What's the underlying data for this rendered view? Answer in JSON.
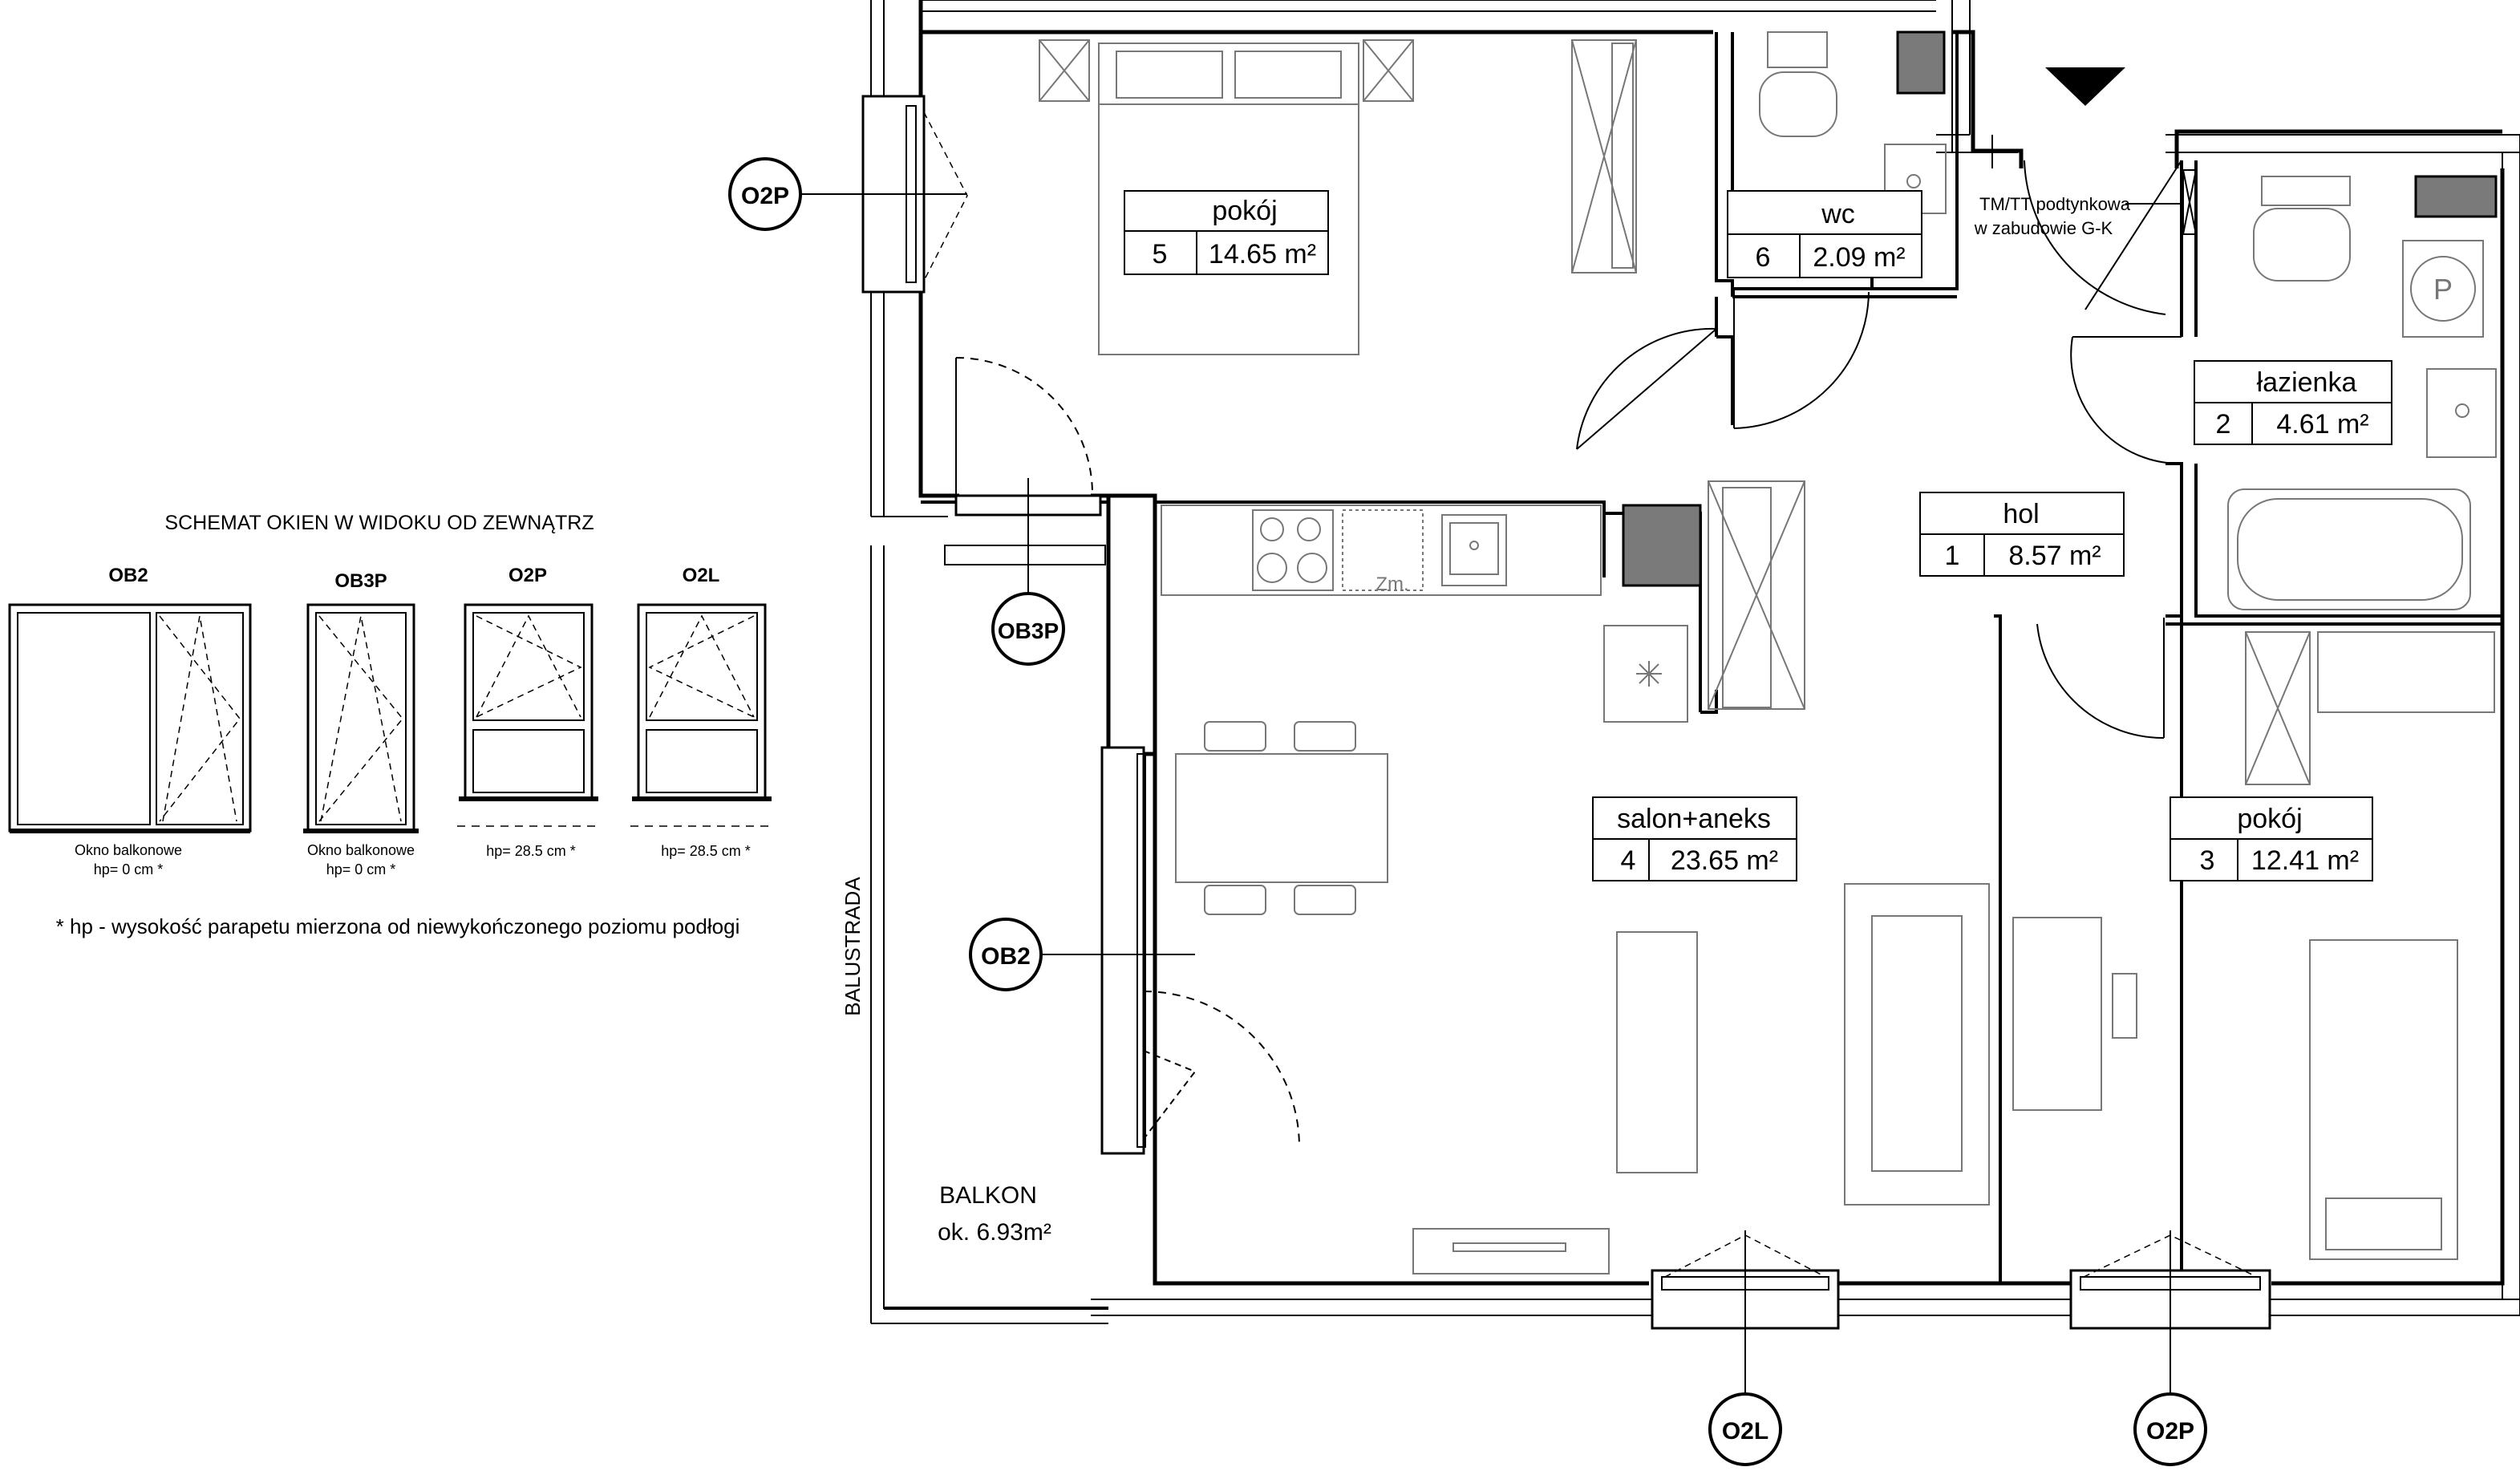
{
  "schematic": {
    "title": "SCHEMAT OKIEN W WIDOKU OD ZEWNĄTRZ",
    "windows": [
      {
        "code": "OB2",
        "caption": "Okno balkonowe",
        "hp": "hp= 0 cm *"
      },
      {
        "code": "OB3P",
        "caption": "Okno balkonowe",
        "hp": "hp= 0 cm *"
      },
      {
        "code": "O2P",
        "caption": "",
        "hp": "hp= 28.5 cm *"
      },
      {
        "code": "O2L",
        "caption": "",
        "hp": "hp= 28.5 cm *"
      }
    ],
    "footnote": "* hp - wysokość parapetu mierzona od niewykończonego poziomu podłogi"
  },
  "rooms": [
    {
      "name": "pokój",
      "number": "5",
      "area": "14.65 m²"
    },
    {
      "name": "wc",
      "number": "6",
      "area": "2.09 m²"
    },
    {
      "name": "łazienka",
      "number": "2",
      "area": "4.61 m²"
    },
    {
      "name": "hol",
      "number": "1",
      "area": "8.57 m²"
    },
    {
      "name": "salon+aneks",
      "number": "4",
      "area": "23.65 m²"
    },
    {
      "name": "pokój",
      "number": "3",
      "area": "12.41 m²"
    }
  ],
  "window_tags": {
    "w1": "O2P",
    "w2": "OB3P",
    "w3": "OB2",
    "w4": "O2L",
    "w5": "O2P"
  },
  "balcony": {
    "name": "BALKON",
    "area": "ok. 6.93m²",
    "railing": "BALUSTRADA"
  },
  "installation_note": {
    "line1": "TM/TT podtynkowa",
    "line2": "w zabudowie G-K"
  },
  "stove_label": "Zm.",
  "washer_label": "P"
}
